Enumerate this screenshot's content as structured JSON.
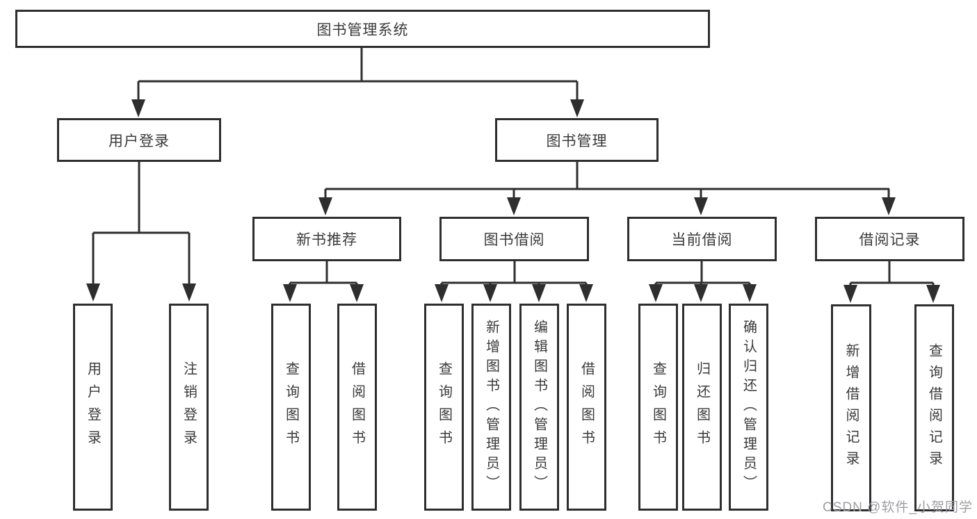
{
  "title": "图书管理系统",
  "tree": {
    "root": {
      "label": "图书管理系统"
    },
    "branches": [
      {
        "label": "用户登录",
        "leaves": [
          "用户登录",
          "注销登录"
        ]
      },
      {
        "label": "图书管理",
        "groups": [
          {
            "label": "新书推荐",
            "leaves": [
              "查询图书",
              "借阅图书"
            ]
          },
          {
            "label": "图书借阅",
            "leaves": [
              "查询图书",
              "新增图书（管理员）",
              "编辑图书（管理员）",
              "借阅图书"
            ]
          },
          {
            "label": "当前借阅",
            "leaves": [
              "查询图书",
              "归还图书",
              "确认归还（管理员）"
            ]
          },
          {
            "label": "借阅记录",
            "leaves": [
              "新增借阅记录",
              "查询借阅记录"
            ]
          }
        ]
      }
    ]
  },
  "watermark": {
    "label": "CSDN @软件_小贺同学"
  },
  "colors": {
    "line": "#2e2e2e",
    "text": "#3a3a3a",
    "watermark": "#9e9ea3",
    "background": "#ffffff"
  }
}
